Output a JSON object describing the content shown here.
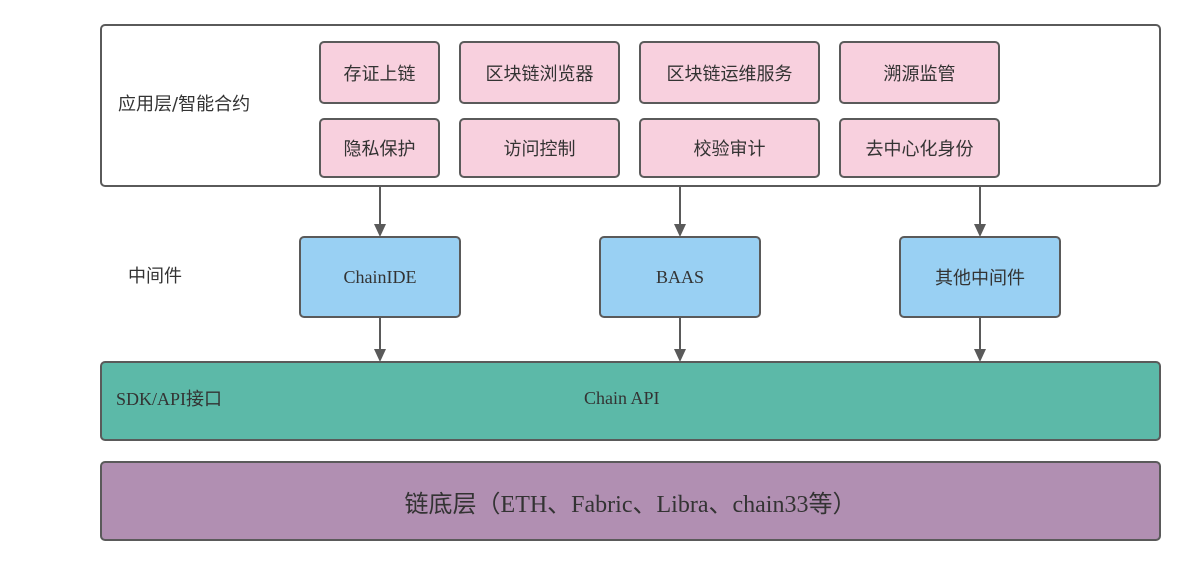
{
  "application_layer": {
    "label": "应用层/智能合约",
    "modules": [
      "存证上链",
      "区块链浏览器",
      "区块链运维服务",
      "溯源监管",
      "隐私保护",
      "访问控制",
      "校验审计",
      "去中心化身份"
    ]
  },
  "middleware_layer": {
    "label": "中间件",
    "items": [
      "ChainIDE",
      "BAAS",
      "其他中间件"
    ]
  },
  "api_layer": {
    "label": "SDK/API接口",
    "title": "Chain API"
  },
  "chain_layer": {
    "title": "链底层（ETH、Fabric、Libra、chain33等）"
  },
  "colors": {
    "module_fill": "#f8d0de",
    "middleware_fill": "#99d0f3",
    "api_fill": "#5cb9a8",
    "chain_fill": "#b18fb2",
    "border": "#5a5a5a"
  }
}
